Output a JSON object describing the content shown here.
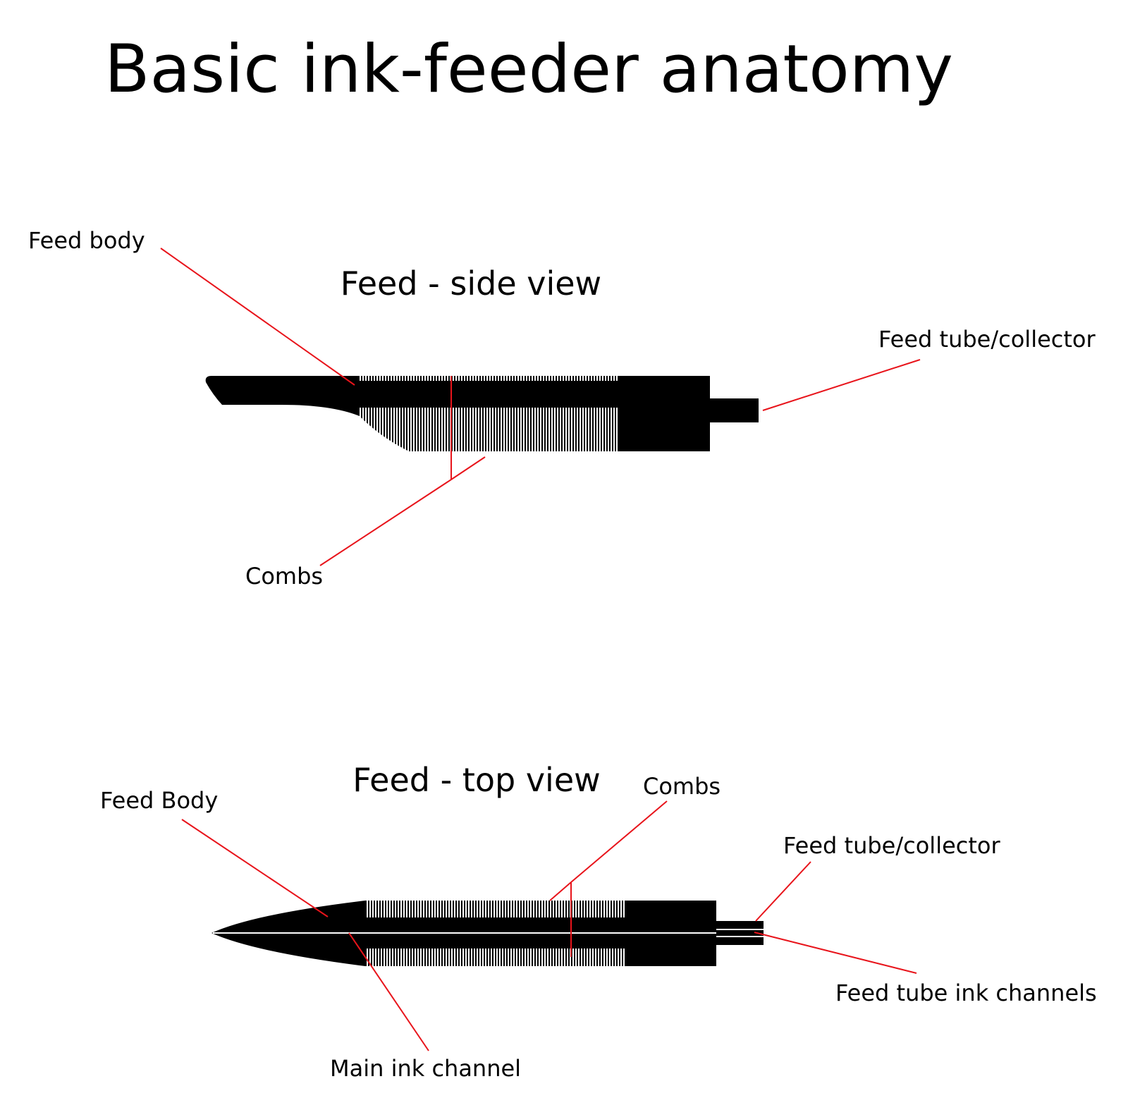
{
  "title": "Basic ink-feeder anatomy",
  "colors": {
    "leader_lines": "#e8141b",
    "feed": "#000000",
    "background": "#ffffff"
  },
  "side_view": {
    "title": "Feed - side view",
    "labels": {
      "feed_body": "Feed body",
      "combs": "Combs",
      "feed_tube": "Feed tube/collector"
    }
  },
  "top_view": {
    "title": "Feed - top view",
    "labels": {
      "feed_body": "Feed Body",
      "combs": "Combs",
      "feed_tube": "Feed tube/collector",
      "tube_channels": "Feed tube ink channels",
      "main_channel": "Main ink channel"
    }
  }
}
